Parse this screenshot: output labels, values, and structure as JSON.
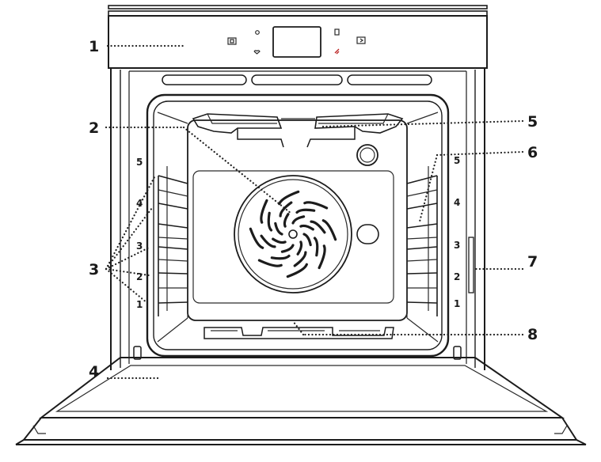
{
  "callouts": [
    {
      "id": "control-panel",
      "number": "1"
    },
    {
      "id": "fan",
      "number": "2"
    },
    {
      "id": "shelf-guides",
      "number": "3"
    },
    {
      "id": "door",
      "number": "4"
    },
    {
      "id": "upper-heating-element",
      "number": "5"
    },
    {
      "id": "lamp",
      "number": "6"
    },
    {
      "id": "identification-plate",
      "number": "7"
    },
    {
      "id": "lower-heating-element",
      "number": "8"
    }
  ],
  "shelf_levels_left": [
    "5",
    "4",
    "3",
    "2",
    "1"
  ],
  "shelf_levels_right": [
    "5",
    "4",
    "3",
    "2",
    "1"
  ]
}
